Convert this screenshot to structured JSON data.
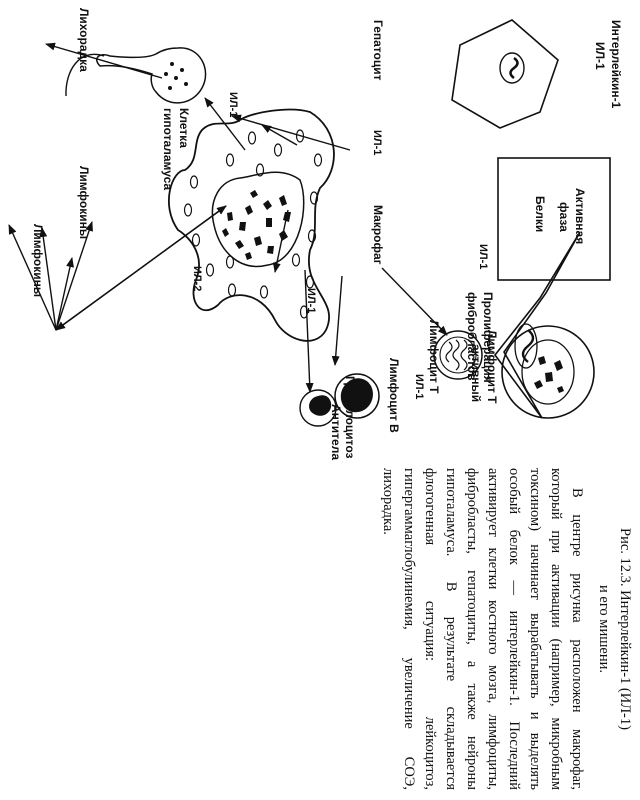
{
  "diagram": {
    "center": "Макрофаг",
    "hepatocyte": "Гепатоцит",
    "il1_title": [
      "Интерлейкин-1",
      "ИЛ-1"
    ],
    "acute_phase_box": [
      "Активная",
      "фаза",
      "Белки"
    ],
    "proliferation": [
      "Пролиферация",
      "фибробластов"
    ],
    "granulocytosis": [
      "Гранулоцитоз",
      "Антитела"
    ],
    "lymph_b": "Лимфоцит В",
    "lymph_t": "Лимфоцит Т",
    "lymph_t_active": [
      "Лимфоцит Т",
      "активный"
    ],
    "lymphokines_a": "Лимфокины",
    "lymphokines_b": "Лимфокины",
    "hypothalamus": [
      "Клетка",
      "гипоталамуса"
    ],
    "fever": "Лихорадка",
    "il1": "ИЛ-1",
    "il2": "ИЛ-2"
  },
  "caption": {
    "title_lines": [
      "Рис. 12.3. Интерлейкин-1 (ИЛ-1)",
      "и его мишени."
    ],
    "body": "В центре рисунка расположен макрофаг, который при активации (например, микробным токсином) начинает вырабатывать и выделять особый белок — интерлейкин-1. Последний активирует клетки костного мозга, лимфоциты, фибробласты, гепатоциты, а также нейроны гипоталамуса. В результате складывается флогогенная ситуация: лейкоцитоз, гипергаммаглобулинемия, увеличение СОЭ, лихорадка."
  }
}
